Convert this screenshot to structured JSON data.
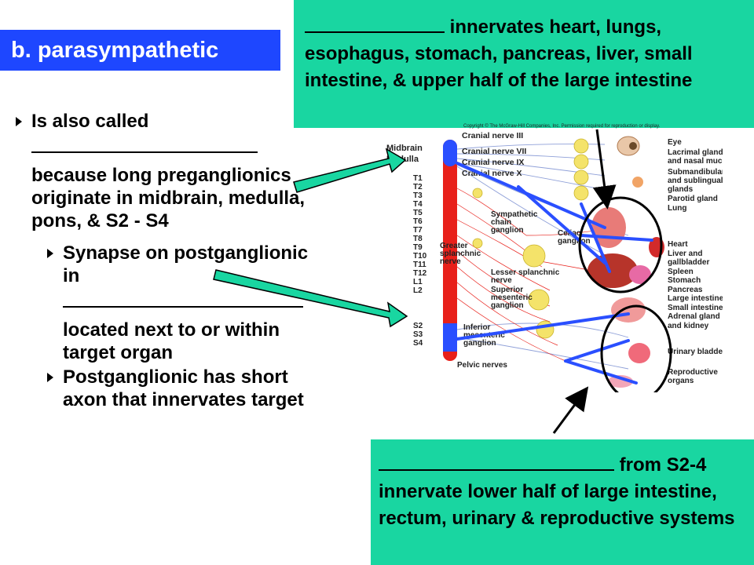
{
  "title": "b. parasympathetic",
  "callout_top": {
    "text": "innervates heart, lungs, esophagus, stomach, pancreas, liver, small intestine, & upper half of the large intestine"
  },
  "callout_bottom": {
    "text_first": "from S2-4",
    "text_rest": "innervate lower half of large intestine, rectum, urinary & reproductive systems"
  },
  "bullets": {
    "main_a": "Is also called",
    "main_b": "because long preganglionics originate in midbrain, medulla, pons, & S2 - S4",
    "sub1_a": "Synapse on postganglionic in",
    "sub1_b": "located next to or within target organ",
    "sub2": "Postganglionic has short axon that innervates target"
  },
  "diagram": {
    "copyright": "Copyright © The McGraw-Hill Companies, Inc. Permission required for reproduction or display.",
    "nerve_labels": [
      "Midbrain",
      "Medulla",
      "Cranial nerve III",
      "Cranial nerve VII",
      "Cranial nerve IX",
      "Cranial nerve X"
    ],
    "vertebrae": [
      "T1",
      "T2",
      "T3",
      "T4",
      "T5",
      "T6",
      "T7",
      "T8",
      "T9",
      "T10",
      "T11",
      "T12",
      "L1",
      "L2",
      "S2",
      "S3",
      "S4"
    ],
    "ganglion_labels": {
      "sympathetic": "Sympathetic chain ganglion",
      "greater": "Greater splanchnic nerve",
      "celiac": "Celiac ganglion",
      "lesser": "Lesser splanchnic nerve",
      "superior": "Superior mesenteric ganglion",
      "inferior": "Inferior mesenteric ganglion",
      "pelvic": "Pelvic nerves"
    },
    "organs": [
      "Eye",
      "Lacrimal gland",
      "and nasal mucosa",
      "Submandibular",
      "and sublingual",
      "glands",
      "Parotid gland",
      "Lung",
      "Heart",
      "Liver and",
      "gallbladder",
      "Spleen",
      "Stomach",
      "Pancreas",
      "Large intestine",
      "Small intestine",
      "Adrenal gland",
      "and kidney",
      "Urinary bladder",
      "Reproductive",
      "organs"
    ]
  },
  "colors": {
    "title_bg": "#1e47ff",
    "callout_bg": "#19d6a1",
    "arrow_fill": "#19d6a1",
    "nerve_blue": "#2a4fff",
    "cord_red": "#e8201a"
  }
}
